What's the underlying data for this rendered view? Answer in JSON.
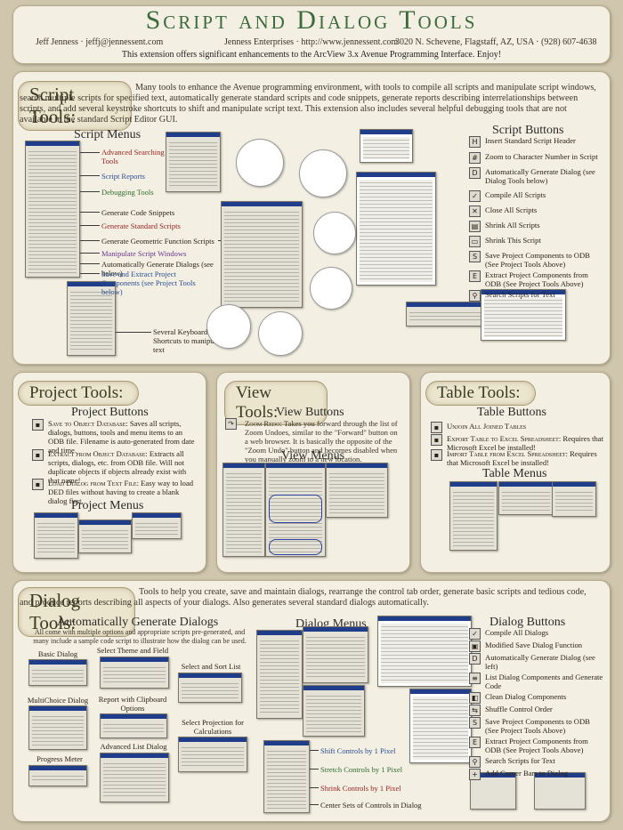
{
  "header": {
    "title": "Script and Dialog Tools",
    "author": "Jeff Jenness",
    "email": "jeffj@jennessent.com",
    "company": "Jenness Enterprises",
    "website": "http://www.jennessent.com",
    "address": "3020 N. Schevene, Flagstaff, AZ, USA",
    "phone": "(928) 607-4638",
    "tagline": "This extension offers significant enhancements to the ArcView 3.x Avenue Programming Interface.  Enjoy!"
  },
  "script_tools": {
    "title": "Script Tools:",
    "description": "Many tools to enhance the Avenue programming environment, with tools to compile all scripts and manipulate script windows, search multiple scripts for specified text, automatically generate standard scripts and code snippets, generate reports describing interrelationships between scripts, and add several keystroke shortcuts to shift and manipulate script text.  This extension also includes several helpful debugging tools that are not available in the standard Script Editor GUI.",
    "menus_heading": "Script Menus",
    "menu_labels": [
      {
        "text": "Advanced Searching Tools",
        "color": "red"
      },
      {
        "text": "Script Reports",
        "color": "blue"
      },
      {
        "text": "Debugging Tools",
        "color": "green"
      },
      {
        "text": "Generate Code Snippets",
        "color": "black"
      },
      {
        "text": "Generate Standard Scripts",
        "color": "red"
      },
      {
        "text": "Generate Geometric Function Scripts",
        "color": "black"
      },
      {
        "text": "Manipulate Script Windows",
        "color": "purple"
      },
      {
        "text": "Automatically Generate Dialogs (see below)",
        "color": "black"
      },
      {
        "text": "Save and Extract Project Components (see Project Tools below)",
        "color": "blue"
      }
    ],
    "shortcut_label": "Several Keyboard Shortcuts to manipulate text",
    "buttons_heading": "Script Buttons",
    "buttons": [
      {
        "icon": "H",
        "text": "Insert Standard Script Header"
      },
      {
        "icon": "#",
        "text": "Zoom to Character Number in Script"
      },
      {
        "icon": "D",
        "text": "Automatically Generate Dialog (see Dialog Tools below)"
      },
      {
        "icon": "✓",
        "text": "Compile All Scripts"
      },
      {
        "icon": "✕",
        "text": "Close All Scripts"
      },
      {
        "icon": "▤",
        "text": "Shrink All Scripts"
      },
      {
        "icon": "▭",
        "text": "Shrink This Script"
      },
      {
        "icon": "S",
        "text": "Save Project Components to ODB (See Project Tools Above)"
      },
      {
        "icon": "E",
        "text": "Extract Project Components from ODB (See Project Tools Above)"
      },
      {
        "icon": "⚲",
        "text": "Search Scripts for Text"
      }
    ]
  },
  "project_tools": {
    "title": "Project Tools:",
    "buttons_heading": "Project Buttons",
    "items": [
      {
        "name": "Save to Object Database:",
        "text": "Saves all scripts, dialogs, buttons, tools and menu items to an ODB file.  Filename is auto-generated from date and time."
      },
      {
        "name": "Extract from Object Database:",
        "text": "Extracts all scripts, dialogs, etc. from ODB file.  Will not duplicate objects if objects already exist with that name!"
      },
      {
        "name": "Load Dialog from Text File:",
        "text": "Easy way to load DED files without having to create a blank dialog first."
      }
    ],
    "menus_heading": "Project Menus"
  },
  "view_tools": {
    "title": "View Tools:",
    "buttons_heading": "View Buttons",
    "zoom_name": "Zoom Redo:",
    "zoom_text": "Takes you forward through the list of Zoom Undoes, similar to the \"Forward\" button on a web browser.  It is basically the opposite of the \"Zoom Undo\" button and becomes disabled when you manually zoom to a new location.",
    "menus_heading": "View Menus"
  },
  "table_tools": {
    "title": "Table Tools:",
    "buttons_heading": "Table Buttons",
    "items": [
      {
        "name": "Unjoin All Joined Tables",
        "text": ""
      },
      {
        "name": "Export Table to Excel Spreadsheet:",
        "text": "Requires that Microsoft Excel be installed!"
      },
      {
        "name": "Import Table from Excel Spreadsheet:",
        "text": "Requires that Microsoft Excel be installed!"
      }
    ],
    "menus_heading": "Table Menus"
  },
  "dialog_tools": {
    "title": "Dialog Tools:",
    "description": "Tools to help you create, save and maintain dialogs, rearrange the control tab order, generate basic scripts and tedious code, and produce reports describing all aspects of your dialogs.  Also generates several standard dialogs automatically.",
    "auto_heading": "Automatically Generate Dialogs",
    "auto_text": "All come with multiple options and appropriate scripts pre-generated, and many include a sample code script to illustrate how the dialog can be used.",
    "dialog_captions": [
      "Basic Dialog",
      "Select Theme and Field",
      "Select and Sort List",
      "MultiChoice Dialog",
      "Report with Clipboard Options",
      "Select Projection for Calculations",
      "Advanced List Dialog",
      "Progress Meter"
    ],
    "menus_heading": "Dialog Menus",
    "menu_labels": [
      {
        "text": "Shift Controls by 1 Pixel",
        "color": "blue"
      },
      {
        "text": "Stretch Controls by 1 Pixel",
        "color": "green"
      },
      {
        "text": "Shrink Controls by 1 Pixel",
        "color": "red"
      },
      {
        "text": "Center Sets of Controls in Dialog",
        "color": "black"
      }
    ],
    "buttons_heading": "Dialog Buttons",
    "buttons": [
      {
        "icon": "✓",
        "text": "Compile All Dialogs"
      },
      {
        "icon": "▣",
        "text": "Modified Save Dialog Function"
      },
      {
        "icon": "D",
        "text": "Automatically Generate Dialog (see left)"
      },
      {
        "icon": "≡",
        "text": "List Dialog Components and Generate Code"
      },
      {
        "icon": "◧",
        "text": "Clean Dialog Components"
      },
      {
        "icon": "⇆",
        "text": "Shuffle Control Order"
      },
      {
        "icon": "S",
        "text": "Save Project Components to ODB (See Project Tools Above)"
      },
      {
        "icon": "E",
        "text": "Extract Project Components from ODB (See Project Tools Above)"
      },
      {
        "icon": "⚲",
        "text": "Search Scripts for Text"
      },
      {
        "icon": "+",
        "text": "Add Corner Bars to Dialog"
      }
    ]
  },
  "colors": {
    "background": "#cfc6ad",
    "panel": "#f3efe2",
    "title_green": "#3b6b3b",
    "red": "#9a2222",
    "blue": "#2a4e96",
    "green": "#2f6e2f",
    "purple": "#6b3690"
  }
}
